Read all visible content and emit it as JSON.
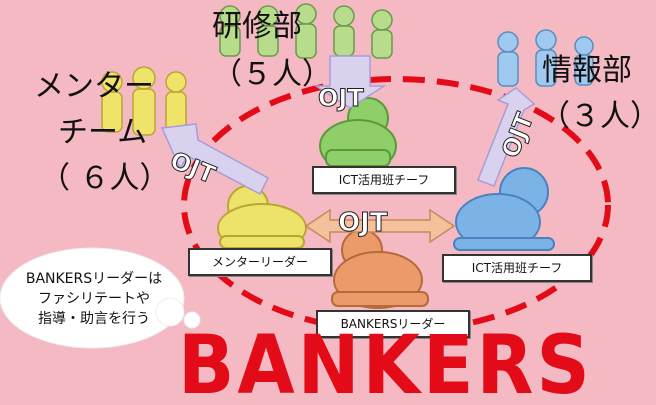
{
  "groups": {
    "training": {
      "name": "研修部",
      "count": "（５人）"
    },
    "info": {
      "name": "情報部",
      "count": "（３人）"
    },
    "mentor": {
      "name_line1": "メンター",
      "name_line2": "チーム",
      "count": "（ ６人）"
    }
  },
  "roles": {
    "ict_chief_top": "ICT活用班チーフ",
    "ict_chief_right": "ICT活用班チーフ",
    "mentor_leader": "メンターリーダー",
    "bankers_leader": "BANKERSリーダー"
  },
  "ojt_label": "OJT",
  "bubble": {
    "line1": "BANKERSリーダーは",
    "line2": "ファシリテートや",
    "line3": "指導・助言を行う"
  },
  "logo": "BANKERS",
  "colors": {
    "background": "#f4b9c2",
    "accent_red": "#e30b17",
    "green": "#8fcf6a",
    "yellow": "#eee36a",
    "blue": "#7cb3e6",
    "orange": "#ec9a6a"
  }
}
